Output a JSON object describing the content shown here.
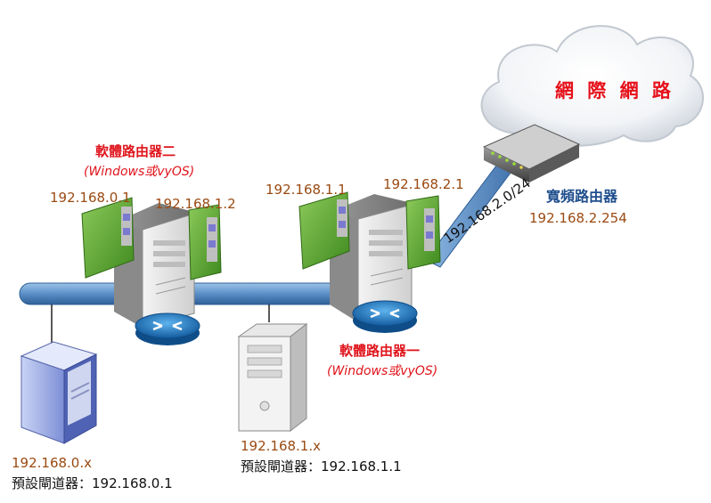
{
  "internet": {
    "label": "網 際 網 路"
  },
  "broadband_router": {
    "name": "寬頻路由器",
    "ip": "192.168.2.254"
  },
  "wan_subnet": "192.168.2.0/24",
  "router2": {
    "name": "軟體路由器二",
    "os": "(Windows或vyOS)",
    "ip_left": "192.168.0.1",
    "ip_right": "192.168.1.2"
  },
  "router1": {
    "name": "軟體路由器一",
    "os": "(Windows或vyOS)",
    "ip_left": "192.168.1.1",
    "ip_right": "192.168.2.1"
  },
  "pc_left": {
    "ip": "192.168.0.x",
    "gateway": "預設閘道器：192.168.0.1"
  },
  "pc_middle": {
    "ip": "192.168.1.x",
    "gateway": "預設閘道器：192.168.1.1"
  },
  "colors": {
    "cable": "#5b8fc7",
    "router_disc": "#1e7fc8",
    "nic": "#6fb13a",
    "title_red": "#e0141c",
    "ip_brown": "#9a4a12"
  },
  "icons": [
    "cloud-icon",
    "broadband-router-icon",
    "server-tower-icon",
    "router-disc-icon",
    "network-card-icon",
    "desktop-pc-icon"
  ]
}
